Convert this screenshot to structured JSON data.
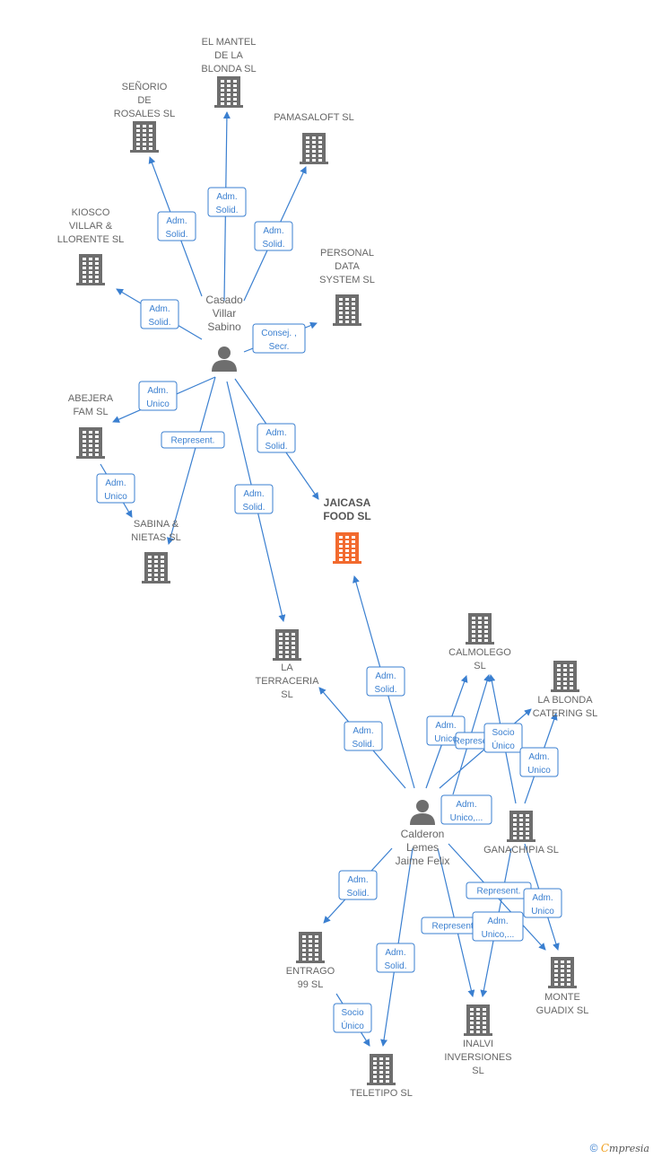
{
  "companies": [
    {
      "id": "mantel",
      "lines": [
        "EL MANTEL",
        "DE LA",
        "BLONDA SL"
      ],
      "focus": false
    },
    {
      "id": "senorio",
      "lines": [
        "SEÑORIO",
        "DE",
        "ROSALES  SL"
      ],
      "focus": false
    },
    {
      "id": "pamasaloft",
      "lines": [
        "PAMASALOFT SL"
      ],
      "focus": false
    },
    {
      "id": "kiosco",
      "lines": [
        "KIOSCO",
        "VILLAR &",
        "LLORENTE  SL"
      ],
      "focus": false
    },
    {
      "id": "personal",
      "lines": [
        "PERSONAL",
        "DATA",
        "SYSTEM SL"
      ],
      "focus": false
    },
    {
      "id": "abejera",
      "lines": [
        "ABEJERA",
        "FAM  SL"
      ],
      "focus": false
    },
    {
      "id": "sabina",
      "lines": [
        "SABINA &",
        "NIETAS  SL"
      ],
      "focus": false
    },
    {
      "id": "jaicasa",
      "lines": [
        "JAICASA",
        "FOOD  SL"
      ],
      "focus": true
    },
    {
      "id": "terraceria",
      "lines": [
        "LA",
        "TERRACERIA",
        "SL"
      ],
      "focus": false
    },
    {
      "id": "calmolego",
      "lines": [
        "CALMOLEGO",
        "SL"
      ],
      "focus": false
    },
    {
      "id": "lablonda",
      "lines": [
        "LA BLONDA",
        "CATERING SL"
      ],
      "focus": false
    },
    {
      "id": "ganachipia",
      "lines": [
        "GANACHIPIA SL"
      ],
      "focus": false
    },
    {
      "id": "entrago",
      "lines": [
        "ENTRAGO",
        "99 SL"
      ],
      "focus": false
    },
    {
      "id": "monte",
      "lines": [
        "MONTE",
        "GUADIX  SL"
      ],
      "focus": false
    },
    {
      "id": "inalvi",
      "lines": [
        "INALVI",
        "INVERSIONES",
        "SL"
      ],
      "focus": false
    },
    {
      "id": "teletipo",
      "lines": [
        "TELETIPO  SL"
      ],
      "focus": false
    }
  ],
  "persons": [
    {
      "id": "casado",
      "lines": [
        "Casado",
        "Villar",
        "Sabino"
      ]
    },
    {
      "id": "calderon",
      "lines": [
        "Calderon",
        "Lemes",
        "Jaime Felix"
      ]
    }
  ],
  "relations": [
    {
      "id": "r1",
      "lines": [
        "Adm.",
        "Solid."
      ]
    },
    {
      "id": "r2",
      "lines": [
        "Adm.",
        "Solid."
      ]
    },
    {
      "id": "r3",
      "lines": [
        "Adm.",
        "Solid."
      ]
    },
    {
      "id": "r4",
      "lines": [
        "Adm.",
        "Solid."
      ]
    },
    {
      "id": "r5",
      "lines": [
        "Consej. ,",
        "Secr."
      ]
    },
    {
      "id": "r6",
      "lines": [
        "Adm.",
        "Unico"
      ]
    },
    {
      "id": "r7",
      "lines": [
        "Represent."
      ]
    },
    {
      "id": "r8",
      "lines": [
        "Adm.",
        "Solid."
      ]
    },
    {
      "id": "r9",
      "lines": [
        "Adm.",
        "Solid."
      ]
    },
    {
      "id": "r10",
      "lines": [
        "Adm.",
        "Unico"
      ]
    },
    {
      "id": "r11",
      "lines": [
        "Adm.",
        "Solid."
      ]
    },
    {
      "id": "r12",
      "lines": [
        "Adm.",
        "Solid."
      ]
    },
    {
      "id": "r13",
      "lines": [
        "Adm.",
        "Unico"
      ]
    },
    {
      "id": "r14",
      "lines": [
        "Represent."
      ]
    },
    {
      "id": "r15",
      "lines": [
        "Socio",
        "Único"
      ]
    },
    {
      "id": "r16",
      "lines": [
        "Adm.",
        "Unico"
      ]
    },
    {
      "id": "r17",
      "lines": [
        "Adm.",
        "Unico,..."
      ]
    },
    {
      "id": "r18",
      "lines": [
        "Adm.",
        "Solid."
      ]
    },
    {
      "id": "r19",
      "lines": [
        "Represent."
      ]
    },
    {
      "id": "r20",
      "lines": [
        "Adm.",
        "Unico"
      ]
    },
    {
      "id": "r21",
      "lines": [
        "Represent."
      ]
    },
    {
      "id": "r22",
      "lines": [
        "Adm.",
        "Unico,..."
      ]
    },
    {
      "id": "r23",
      "lines": [
        "Adm.",
        "Solid."
      ]
    },
    {
      "id": "r24",
      "lines": [
        "Socio",
        "Único"
      ]
    }
  ],
  "footer": {
    "copyright": "©",
    "brand_initial": "C",
    "brand_rest": "mpresia"
  },
  "colors": {
    "edge": "#3a7fd0",
    "building": "#6e6e6e",
    "focus_building": "#f26a2e",
    "text": "#666666"
  }
}
